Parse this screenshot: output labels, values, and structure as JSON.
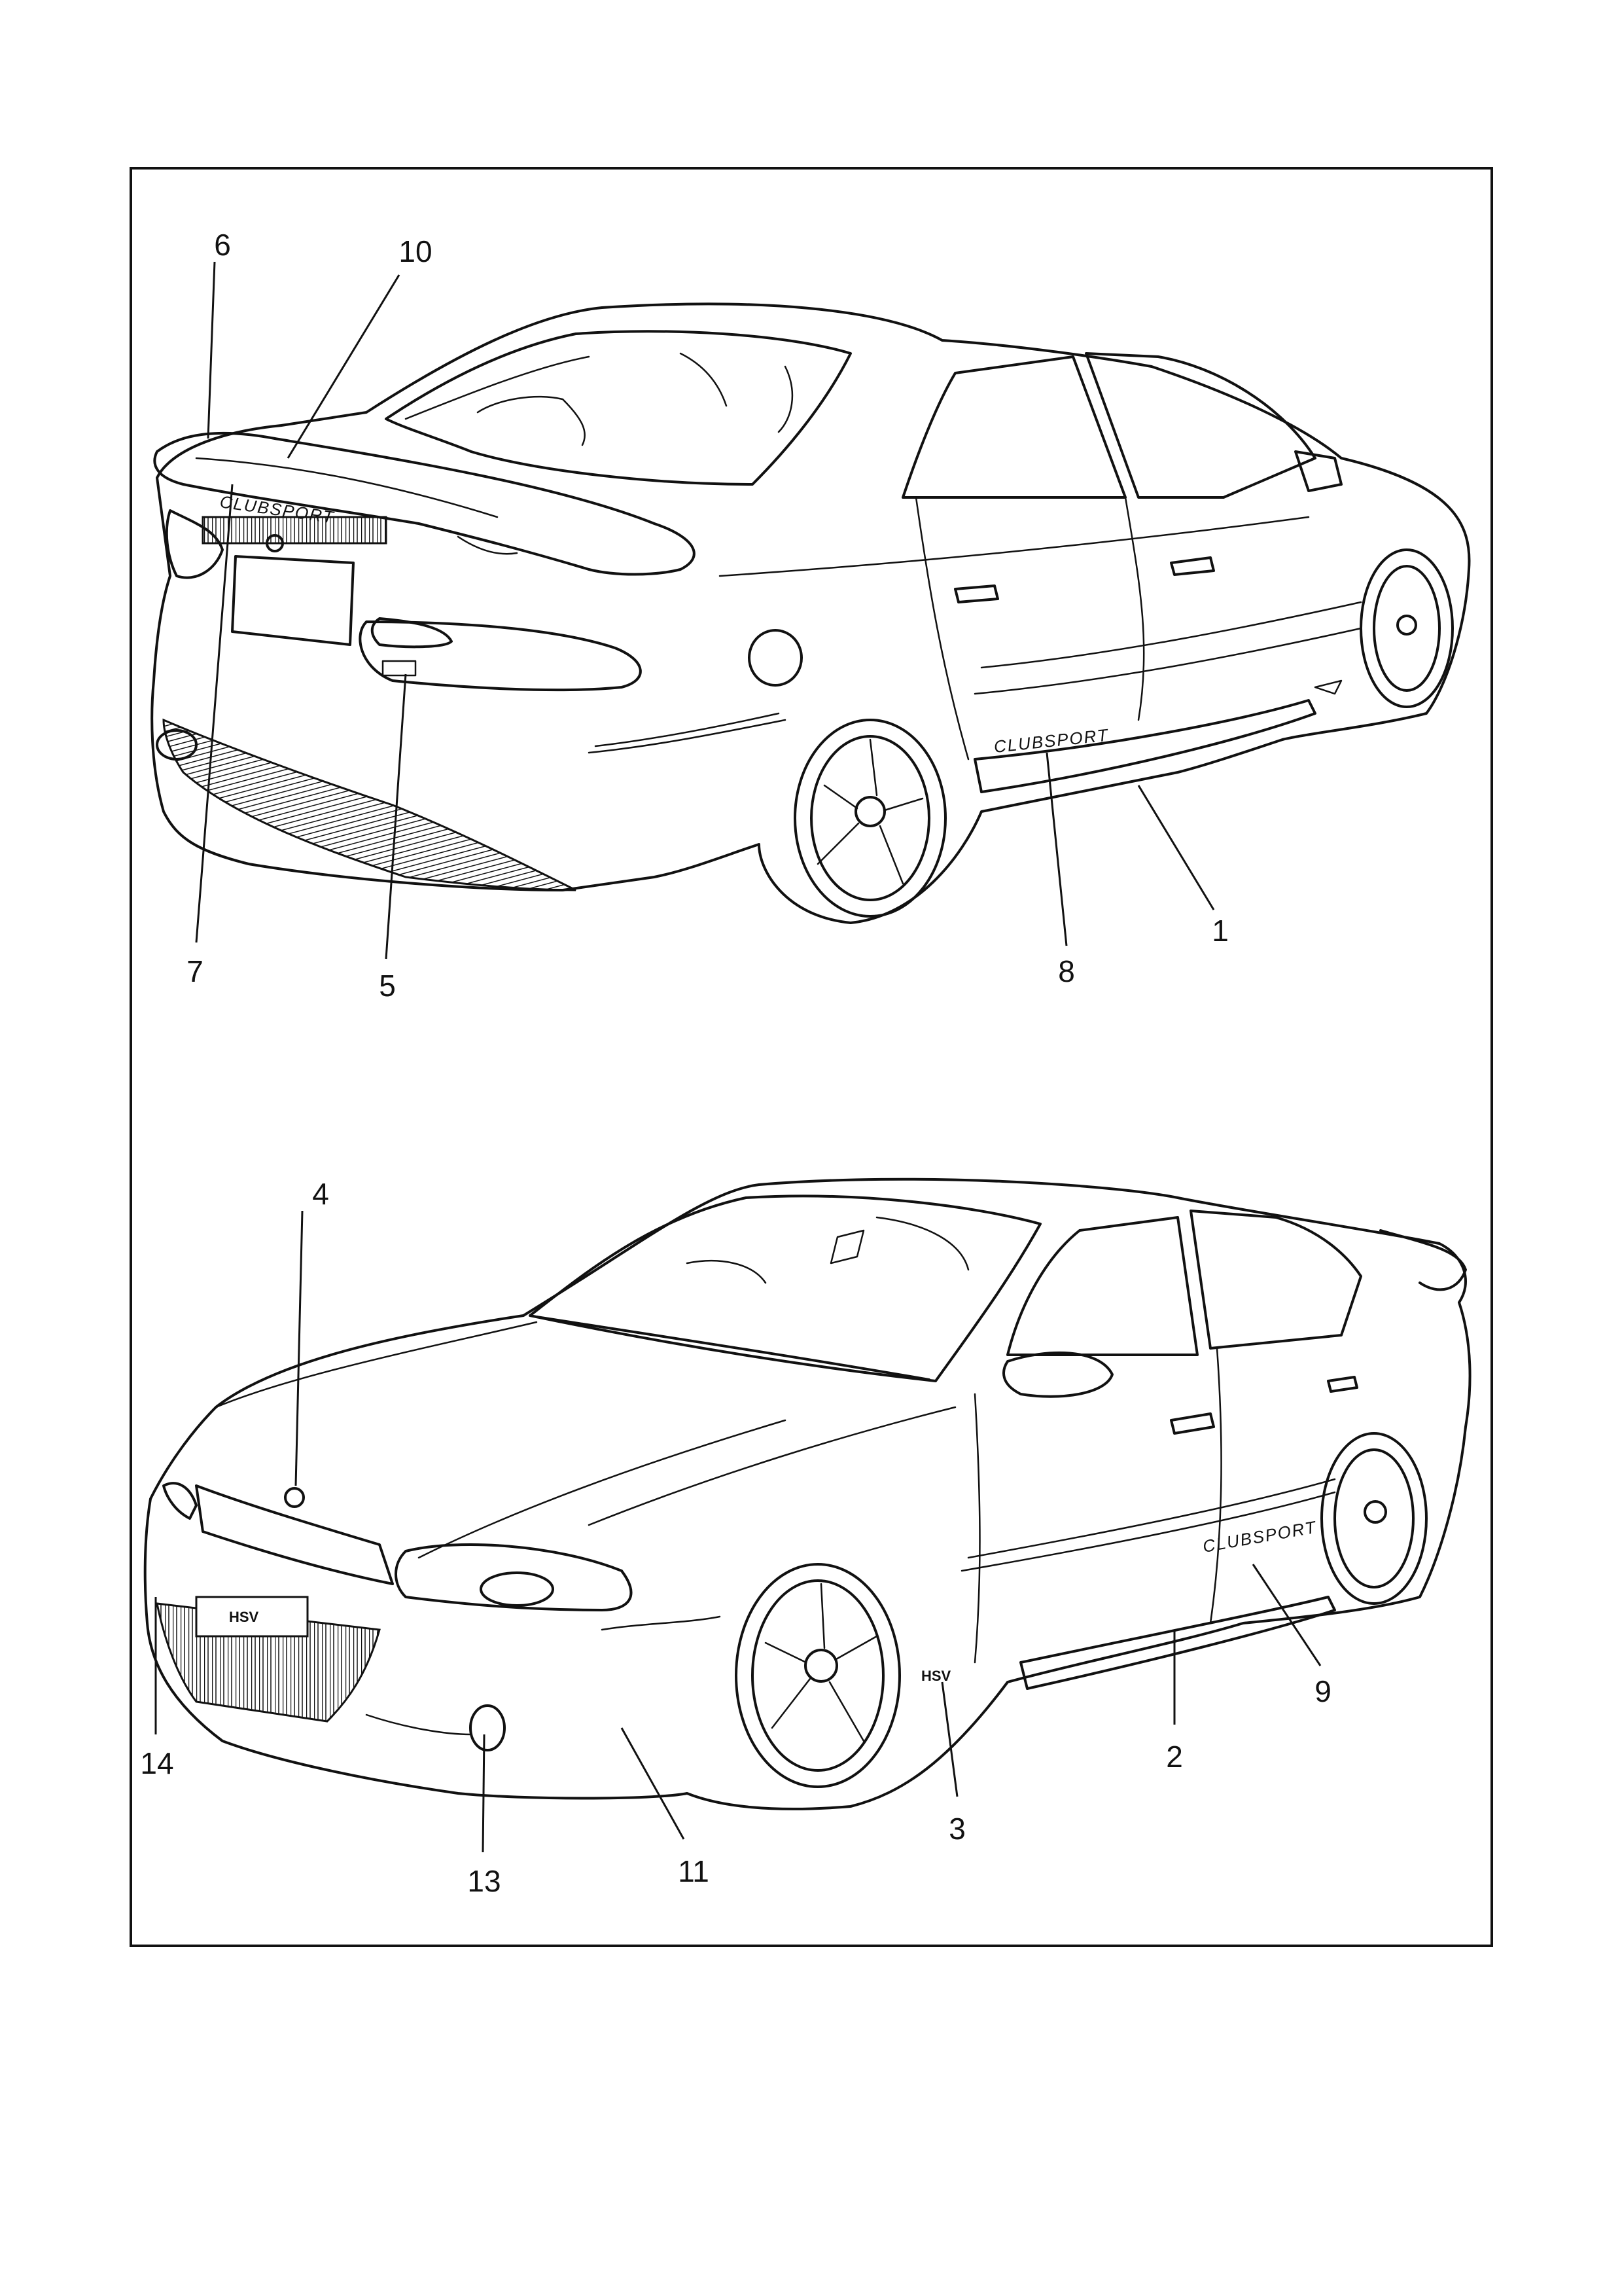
{
  "rear_view": {
    "callouts": [
      {
        "id": "6",
        "label": "6"
      },
      {
        "id": "10",
        "label": "10"
      },
      {
        "id": "7",
        "label": "7"
      },
      {
        "id": "5",
        "label": "5"
      },
      {
        "id": "8",
        "label": "8"
      },
      {
        "id": "1",
        "label": "1"
      }
    ],
    "badge_text": "CLUBSPORT",
    "side_badge_text": "CLUBSPORT"
  },
  "front_view": {
    "callouts": [
      {
        "id": "4",
        "label": "4"
      },
      {
        "id": "9",
        "label": "9"
      },
      {
        "id": "2",
        "label": "2"
      },
      {
        "id": "3",
        "label": "3"
      },
      {
        "id": "14",
        "label": "14"
      },
      {
        "id": "13",
        "label": "13"
      },
      {
        "id": "11",
        "label": "11"
      }
    ],
    "plate_text": "HSV",
    "side_badge_text": "CLUBSPORT",
    "fender_badge_text": "HSV"
  }
}
